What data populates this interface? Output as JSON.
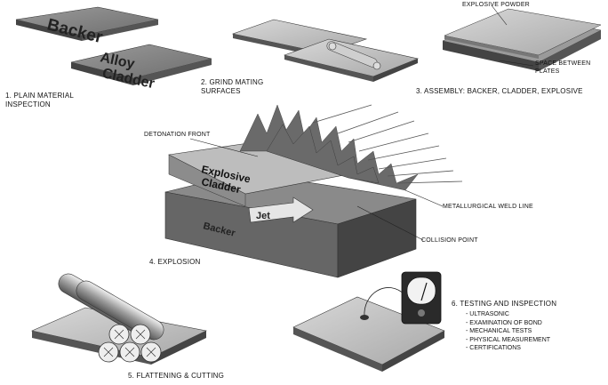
{
  "steps": [
    {
      "label": "1. PLAIN MATERIAL\nINSPECTION"
    },
    {
      "label": "2. GRIND MATING\nSURFACES"
    },
    {
      "label": "3. ASSEMBLY: BACKER, CLADDER, EXPLOSIVE"
    },
    {
      "label": "4. EXPLOSION"
    },
    {
      "label": "5. FLATTENING & CUTTING"
    },
    {
      "label": "6. TESTING AND INSPECTION"
    }
  ],
  "plates": {
    "backer": "Backer",
    "alloy_cladder": "Alloy\nCladder"
  },
  "assembly": {
    "explosive_powder": "EXPLOSIVE POWDER",
    "space_between_plates": "SPACE BETWEEN\nPLATES"
  },
  "explosion": {
    "detonation_front": "DETONATION FRONT",
    "explosive": "Explosive",
    "cladder": "Cladder",
    "backer": "Backer",
    "jet": "Jet",
    "weld_line": "METALLURGICAL WELD LINE",
    "collision_point": "COLLISION POINT"
  },
  "testing_items": [
    "- ULTRASONIC",
    "- EXAMINATION OF BOND",
    "- MECHANICAL TESTS",
    "- PHYSICAL MEASUREMENT",
    "- CERTIFICATIONS"
  ]
}
